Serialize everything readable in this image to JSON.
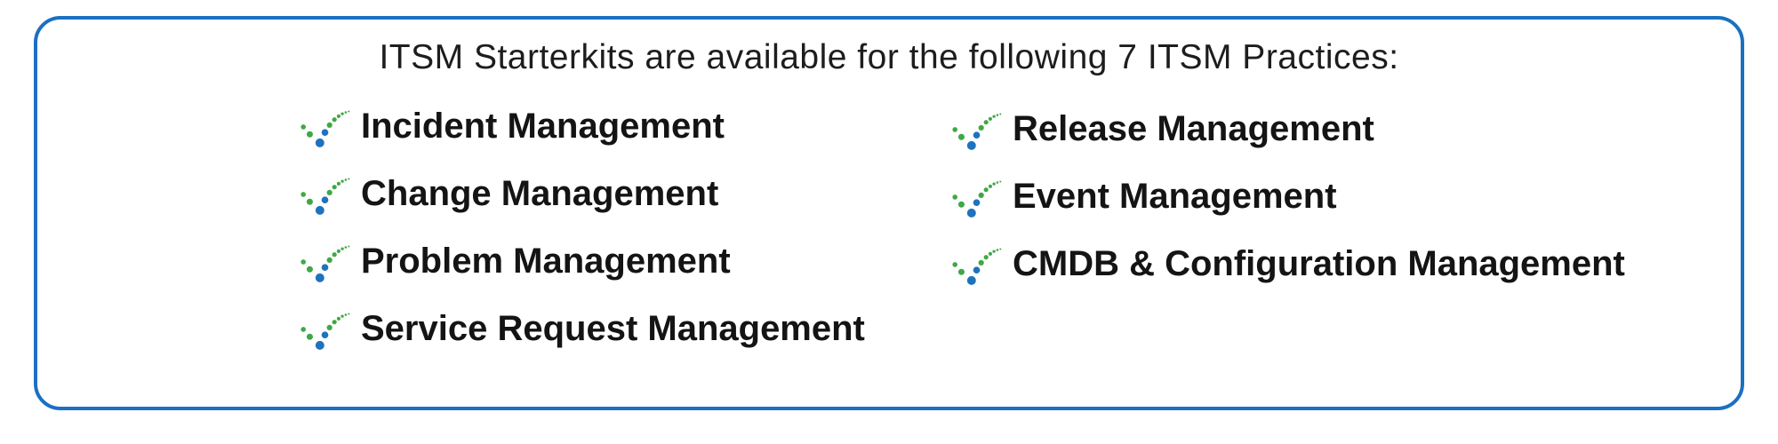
{
  "title": "ITSM Starterkits are available for the following 7 ITSM Practices:",
  "practices": {
    "count": "7",
    "left": [
      {
        "label": "Incident Management"
      },
      {
        "label": "Change Management"
      },
      {
        "label": "Problem Management"
      },
      {
        "label": "Service Request Management"
      }
    ],
    "right": [
      {
        "label": "Release Management"
      },
      {
        "label": "Event Management"
      },
      {
        "label": "CMDB & Configuration Management"
      }
    ]
  },
  "colors": {
    "panel_border_blue": "#1b70c1",
    "icon_dot_blue": "#1e73be",
    "icon_dot_green": "#3fa845",
    "text_dark": "#141414"
  },
  "icons": {
    "list_marker": "dotted-checkmark-icon"
  }
}
